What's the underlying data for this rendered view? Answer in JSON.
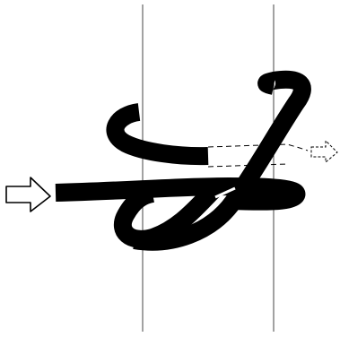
{
  "diagram": {
    "kind": "knot-illustration",
    "colors": {
      "background": "#ffffff",
      "rope": "#000000",
      "guide_line": "#444444",
      "arrow_outline": "#000000",
      "arrow_fill": "#ffffff"
    },
    "elements": {
      "guide_lines": [
        "left-vertical-guide",
        "right-vertical-guide"
      ],
      "input_arrow": "arrow-right-icon",
      "output_arrow": "dashed-arrow-right-icon",
      "rope": "black-rope-path",
      "hidden_rope": "dashed-rope-segment"
    }
  }
}
